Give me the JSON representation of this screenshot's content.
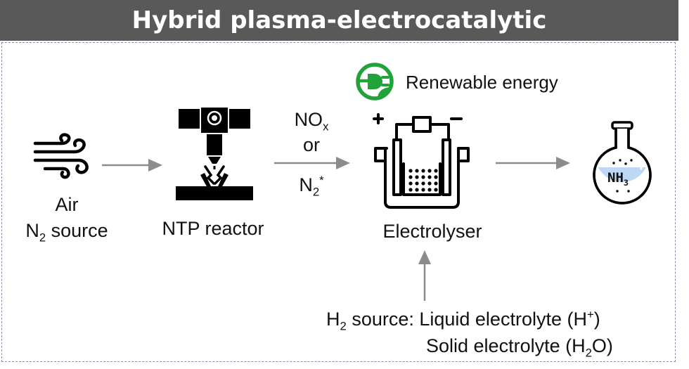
{
  "title": "Hybrid plasma-electrocatalytic",
  "source": {
    "line1": "Air",
    "line2_prefix": "N",
    "line2_sub": "2",
    "line2_suffix": " source"
  },
  "reactor": {
    "label": "NTP reactor"
  },
  "intermediate": {
    "nox_main": "NO",
    "nox_sub": "x",
    "or": "or",
    "n2_main": "N",
    "n2_sub": "2",
    "n2_sup": "*"
  },
  "energy": {
    "label": "Renewable energy",
    "color": "#22a33a"
  },
  "electrolyser": {
    "label": "Electrolyser",
    "plus": "+",
    "minus": "−"
  },
  "product": {
    "main": "NH",
    "sub": "3",
    "liquid_color": "#bcd8f5"
  },
  "h2": {
    "prefix": "H",
    "sub": "2",
    "liquid_text": " source: Liquid electrolyte (H",
    "liquid_sup": "+",
    "liquid_close": ")",
    "solid_text": "Solid electrolyte (H",
    "solid_sub": "2",
    "solid_mid": "O",
    "solid_close": ")"
  },
  "colors": {
    "banner": "#595959",
    "arrow": "#8c8c8c",
    "frame": "#8a8fa6"
  },
  "icons": [
    "wind-icon",
    "plasma-reactor-icon",
    "renewable-plug-icon",
    "electrolyser-icon",
    "flask-icon"
  ]
}
